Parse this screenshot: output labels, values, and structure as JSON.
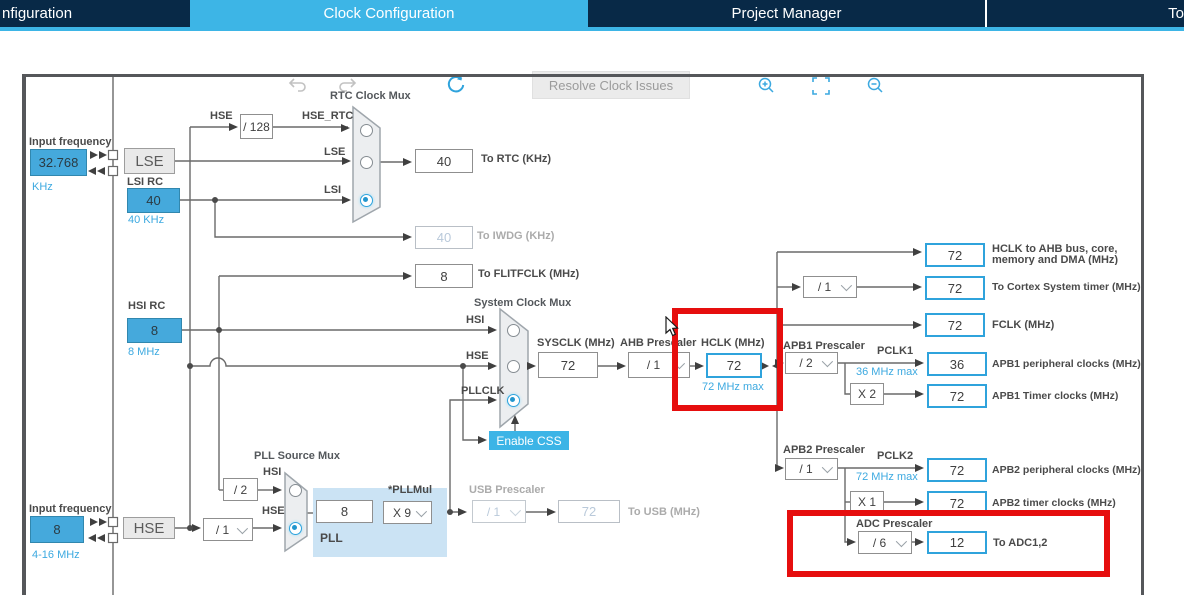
{
  "tabs": {
    "left_partial": "nfiguration",
    "active": "Clock Configuration",
    "project_manager": "Project Manager",
    "right_partial": "To",
    "colors": {
      "navy": "#082947",
      "active_blue": "#3DB5E6"
    }
  },
  "toolbar": {
    "resolve_button": "Resolve Clock Issues"
  },
  "diagram": {
    "titles": {
      "rtc_mux": "RTC Clock Mux",
      "sys_mux": "System Clock Mux",
      "pll_mux": "PLL Source Mux"
    },
    "labels": {
      "input_frequency_top": "Input frequency",
      "khz": "KHz",
      "lsi_rc": "LSI RC",
      "lsi_freq": "40 KHz",
      "hse_rtc_src": "HSE",
      "hse_rtc": "HSE_RTC",
      "lse_sig": "LSE",
      "lsi_sig": "LSI",
      "to_rtc": "To RTC (KHz)",
      "to_iwdg": "To IWDG (KHz)",
      "to_flitf": "To FLITFCLK (MHz)",
      "hsi_rc": "HSI RC",
      "hsi_freq": "8 MHz",
      "hsi_sig": "HSI",
      "hse_sig": "HSE",
      "pllclk_sig": "PLLCLK",
      "sysclk": "SYSCLK (MHz)",
      "ahb_prescaler": "AHB Prescaler",
      "hclk": "HCLK (MHz)",
      "hclk_max": "72 MHz max",
      "hclk_ahb_1": "HCLK to AHB bus, core,",
      "hclk_ahb_2": "memory and DMA (MHz)",
      "cortex": "To Cortex System timer (MHz)",
      "fclk": "FCLK (MHz)",
      "apb1_prescaler": "APB1 Prescaler",
      "pclk1": "PCLK1",
      "pclk1_max": "36 MHz max",
      "apb1_periph": "APB1 peripheral clocks (MHz)",
      "apb1_timer": "APB1 Timer clocks (MHz)",
      "apb2_prescaler": "APB2 Prescaler",
      "pclk2": "PCLK2",
      "pclk2_max": "72 MHz max",
      "apb2_periph": "APB2 peripheral clocks (MHz)",
      "apb2_timer": "APB2 timer clocks (MHz)",
      "adc_prescaler": "ADC Prescaler",
      "to_adc": "To ADC1,2",
      "pll_hsi": "HSI",
      "pll_hse": "HSE",
      "pllmul": "*PLLMul",
      "pll": "PLL",
      "usb_prescaler": "USB Prescaler",
      "to_usb": "To USB (MHz)",
      "input_frequency_bottom": "Input frequency",
      "hse_range": "4-16 MHz"
    },
    "values": {
      "lse_input": "32.768",
      "lsi": "40",
      "rtc_div": "/ 128",
      "rtc_out": "40",
      "iwdg_out": "40",
      "flitf_out": "8",
      "hsi": "8",
      "sysclk": "72",
      "ahb_div": "/ 1",
      "hclk": "72",
      "hclk_ahb": "72",
      "cortex_div": "/ 1",
      "cortex": "72",
      "fclk": "72",
      "apb1_div": "/ 2",
      "apb1_periph": "36",
      "apb1_mul": "X 2",
      "apb1_timer": "72",
      "apb2_div": "/ 1",
      "apb2_periph": "72",
      "apb2_mul": "X 1",
      "apb2_timer": "72",
      "adc_div": "/ 6",
      "adc": "12",
      "lse_osc": "LSE",
      "hse_osc": "HSE",
      "hse_input": "8",
      "pll_prediv2": "/ 2",
      "hse_prediv": "/ 1",
      "pll_in": "8",
      "pll_mul": "X 9",
      "usb_div": "/ 1",
      "usb": "72"
    },
    "buttons": {
      "enable_css": "Enable CSS"
    },
    "colors": {
      "box_blue_fill": "#45A9DC",
      "box_blue_border": "#2FA3DC",
      "accent_blue": "#3CB4E6",
      "annotation_red": "#E60E0E"
    }
  }
}
